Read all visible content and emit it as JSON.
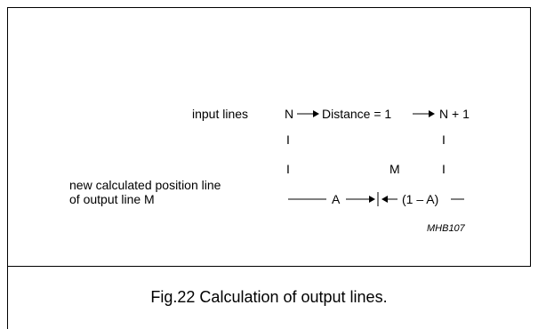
{
  "figure": {
    "input_lines_label": "input lines",
    "line_n": "N",
    "distance_label": "Distance = 1",
    "line_n_plus_1": "N + 1",
    "tick_glyph": "I",
    "m_label": "M",
    "new_position_label_line1": "new calculated position line",
    "new_position_label_line2": "of output line M",
    "segment_a": "A",
    "segment_one_minus_a": "(1 – A)",
    "figure_code": "MHB107"
  },
  "caption": "Fig.22  Calculation of output lines."
}
